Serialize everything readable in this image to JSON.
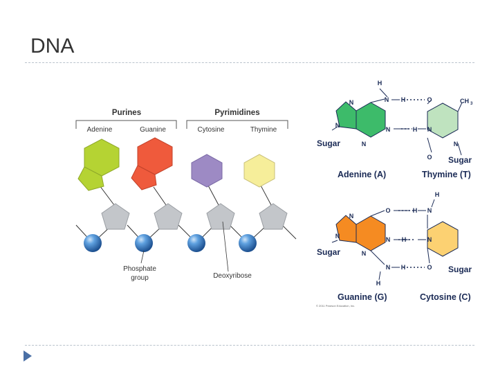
{
  "slide": {
    "title": "DNA"
  },
  "left_figure": {
    "group_purines": "Purines",
    "group_pyrimidines": "Pyrimidines",
    "bases": [
      "Adenine",
      "Guanine",
      "Cytosine",
      "Thymine"
    ],
    "phosphate_label_1": "Phosphate",
    "phosphate_label_2": "group",
    "deoxyribose_label": "Deoxyribose",
    "colors": {
      "adenine": "#b5d333",
      "guanine": "#ef5a3c",
      "cytosine": "#9d8ac4",
      "thymine": "#f6ee9a",
      "sugar": "#c3c6ca",
      "phosphate": "#2f78c2"
    }
  },
  "right_figure": {
    "pair1_left": "Adenine (A)",
    "pair1_right": "Thymine (T)",
    "pair2_left": "Guanine (G)",
    "pair2_right": "Cytosine (C)",
    "sugar": "Sugar",
    "atoms": {
      "N": "N",
      "H": "H",
      "O": "O",
      "CH3": "CH",
      "sub3": "3"
    },
    "copyright": "© 2011 Pearson Education, Inc.",
    "colors": {
      "adenine": "#3dbb6a",
      "thymine": "#bfe3bf",
      "guanine": "#f58b22",
      "cytosine": "#fcd172"
    }
  }
}
